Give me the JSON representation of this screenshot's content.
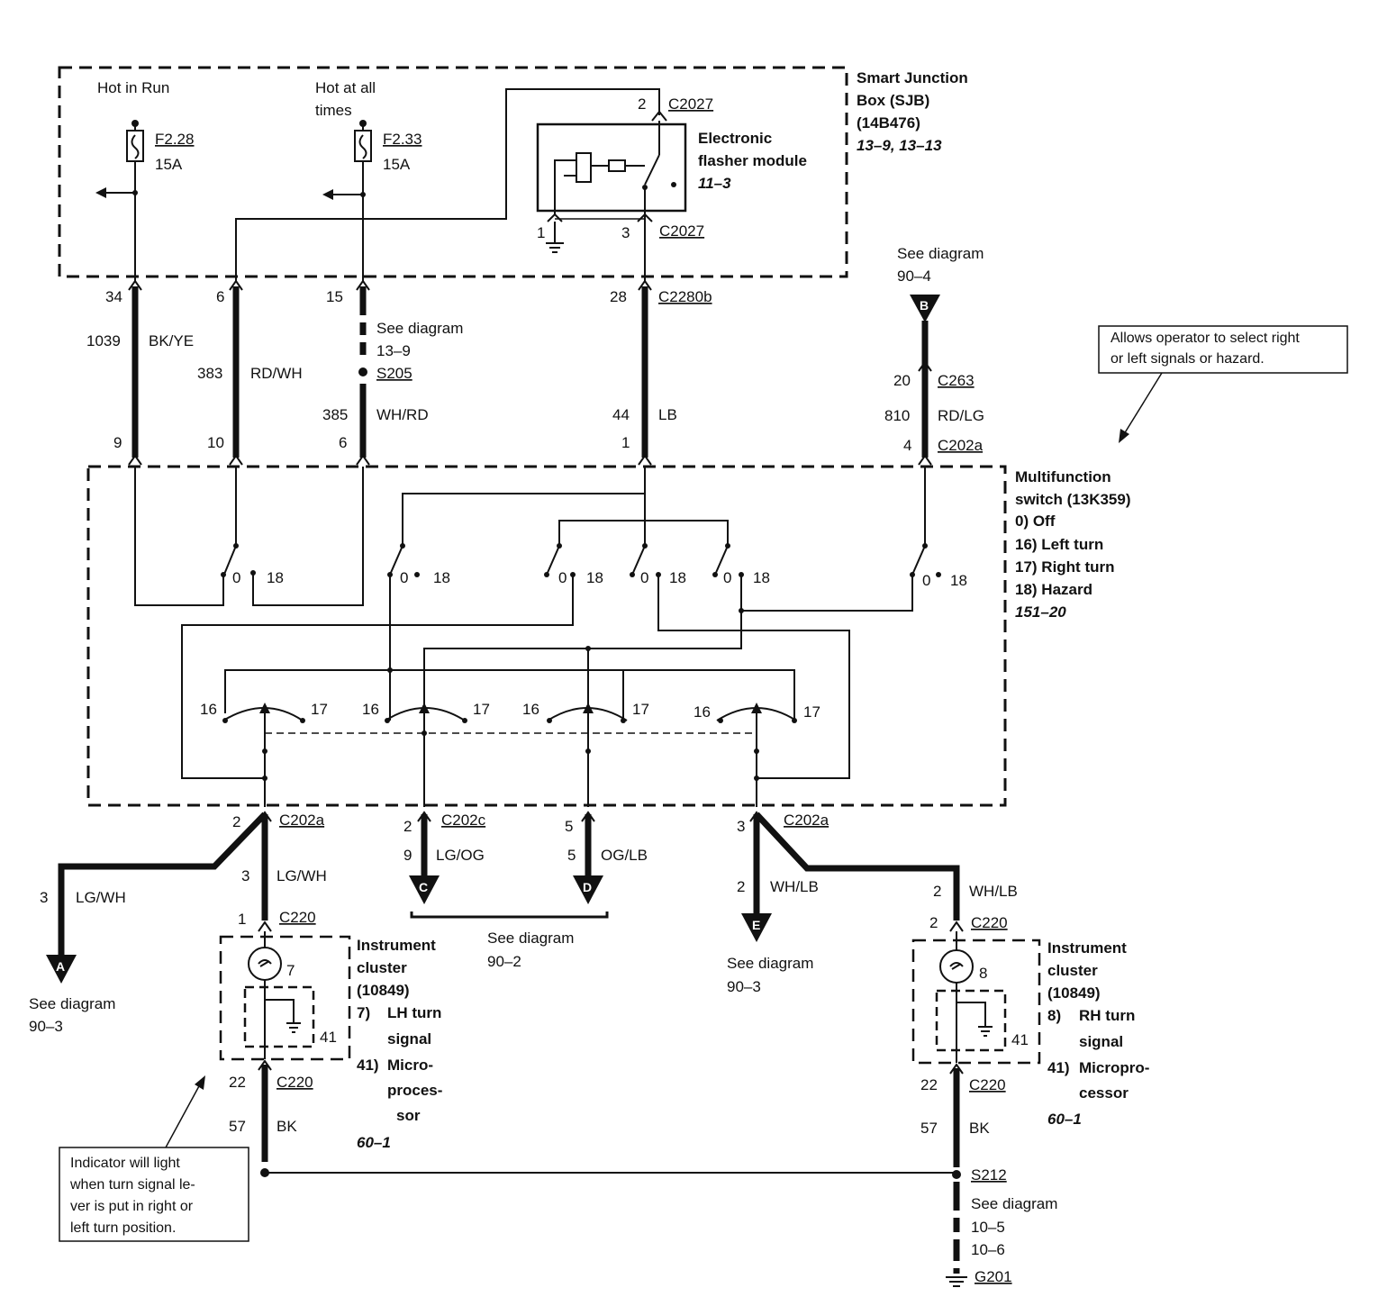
{
  "sjb": {
    "title_line1": "Smart Junction",
    "title_line2": "Box (SJB)",
    "title_line3": "(14B476)",
    "ref": "13–9, 13–13",
    "hot_in_run": "Hot in Run",
    "hot_at_all_1": "Hot at all",
    "hot_at_all_2": "times",
    "fuse1_id": "F2.28",
    "fuse1_amp": "15A",
    "fuse2_id": "F2.33",
    "fuse2_amp": "15A",
    "flasher_line1": "Electronic",
    "flasher_line2": "flasher module",
    "flasher_ref": "11–3",
    "c2027_top": "C2027",
    "c2027_top_pin": "2",
    "c2027_bot": "C2027",
    "c2027_pin1": "1",
    "c2027_pin3": "3"
  },
  "wires_top": {
    "pin34": "34",
    "pin6": "6",
    "pin15": "15",
    "pin28": "28",
    "c2280b": "C2280b",
    "ckt1039": "1039",
    "color_bkye": "BK/YE",
    "ckt383": "383",
    "color_rdwh": "RD/WH",
    "see_diag_1": "See diagram",
    "see_diag_1b": "13–9",
    "s205": "S205",
    "ckt385": "385",
    "color_whrd": "WH/RD",
    "ckt44": "44",
    "color_lb": "LB",
    "pin9": "9",
    "pin10": "10",
    "pin6b": "6",
    "pin1": "1"
  },
  "b_branch": {
    "see": "See diagram",
    "ref": "90–4",
    "letter": "B",
    "pin20": "20",
    "c263": "C263",
    "ckt810": "810",
    "color": "RD/LG",
    "pin4": "4",
    "c202a": "C202a"
  },
  "callout_top": {
    "line1": "Allows operator to select right",
    "line2": "or left signals or hazard."
  },
  "mfs": {
    "title1": "Multifunction",
    "title2": "switch (13K359)",
    "pos0": "0)   Off",
    "pos16": "16)  Left turn",
    "pos17": "17)  Right turn",
    "pos18": "18)  Hazard",
    "ref": "151–20",
    "zero": "0",
    "eighteen": "18",
    "sixteen": "16",
    "seventeen": "17"
  },
  "bottom": {
    "p2a": "2",
    "c202a_l": "C202a",
    "p3a": "3",
    "lgwh": "LG/WH",
    "p3b": "3",
    "lgwh_b": "LG/WH",
    "p1": "1",
    "c220_l": "C220",
    "letter_a": "A",
    "see_a": "See diagram",
    "ref_a": "90–3",
    "p2c": "2",
    "c202c": "C202c",
    "p9": "9",
    "lgog": "LG/OG",
    "p5a": "5",
    "p5b": "5",
    "oglb": "OG/LB",
    "letter_c": "C",
    "letter_d": "D",
    "see_cd": "See diagram",
    "ref_cd": "90–2",
    "p3e": "3",
    "c202a_r": "C202a",
    "p2e": "2",
    "whlb": "WH/LB",
    "letter_e": "E",
    "see_e": "See diagram",
    "ref_e": "90–3",
    "p2r": "2",
    "whlb_r": "WH/LB",
    "p2r2": "2",
    "c220_r": "C220"
  },
  "ic_left": {
    "t1": "Instrument",
    "t2": "cluster",
    "t3": "(10849)",
    "i7": "7)",
    "i7a": "LH turn",
    "i7b": "signal",
    "i41": "41)",
    "i41a": "Micro-",
    "i41b": "proces-",
    "i41c": "sor",
    "ref": "60–1",
    "bulb": "7",
    "micro": "41",
    "p22": "22",
    "c220": "C220",
    "p57": "57",
    "bk": "BK"
  },
  "ic_right": {
    "t1": "Instrument",
    "t2": "cluster",
    "t3": "(10849)",
    "i8": "8)",
    "i8a": "RH turn",
    "i8b": "signal",
    "i41": "41)",
    "i41a": "Micropro-",
    "i41b": "cessor",
    "ref": "60–1",
    "bulb": "8",
    "micro": "41",
    "p22": "22",
    "c220": "C220",
    "p57": "57",
    "bk": "BK",
    "s212": "S212",
    "see": "See diagram",
    "ref1": "10–5",
    "ref2": "10–6",
    "g201": "G201"
  },
  "callout_bottom": {
    "l1": "Indicator will light",
    "l2": "when turn signal le-",
    "l3": "ver is put in right or",
    "l4": "left turn position."
  }
}
